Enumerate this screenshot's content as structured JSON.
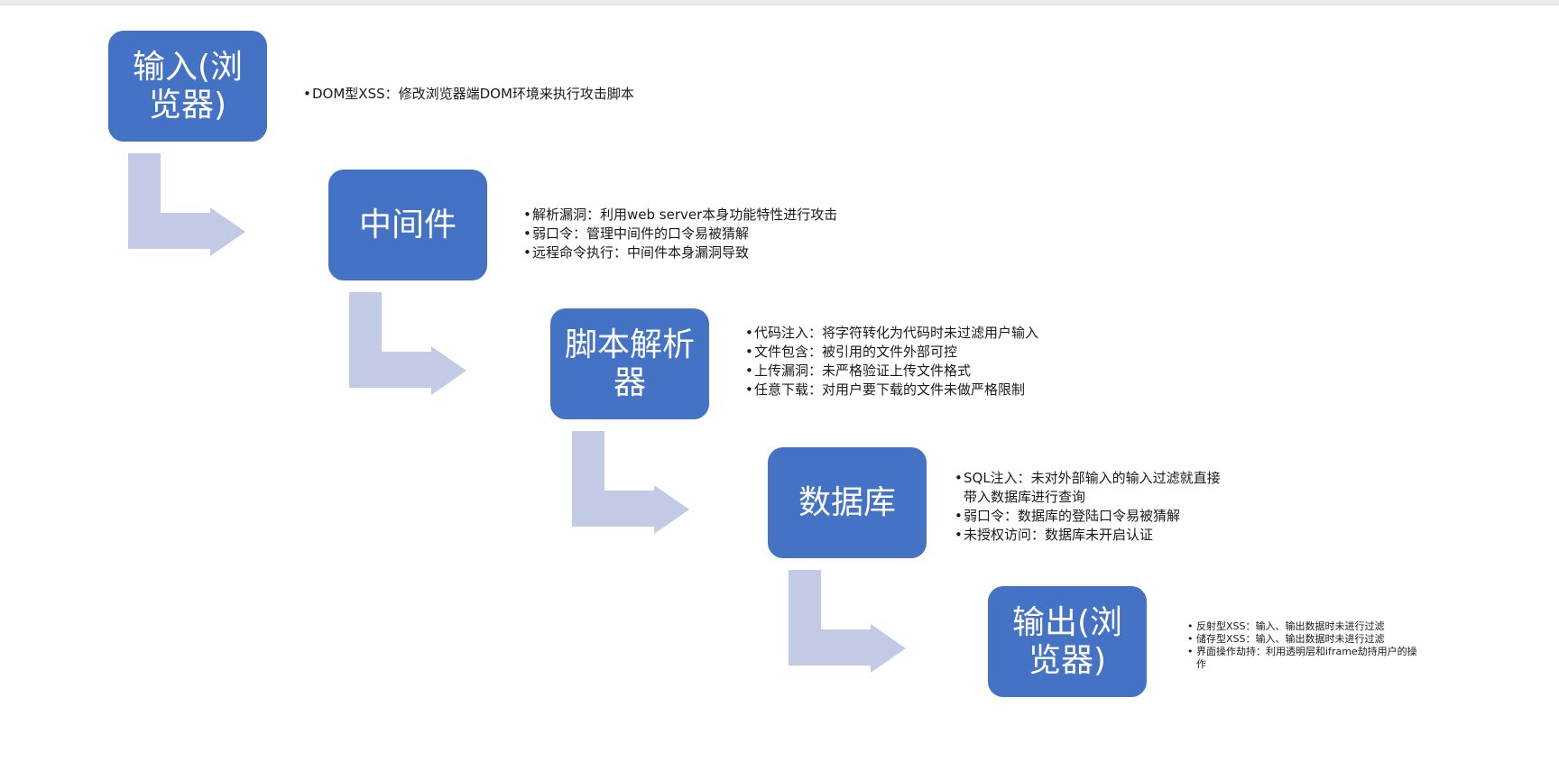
{
  "colors": {
    "box": "#4472c4",
    "arrow": "#c3cae6",
    "text": "#1a1a1a"
  },
  "steps": [
    {
      "label": "输入(浏览器)",
      "bullets": [
        "DOM型XSS：修改浏览器端DOM环境来执行攻击脚本"
      ]
    },
    {
      "label": "中间件",
      "bullets": [
        "解析漏洞：利用web server本身功能特性进行攻击",
        "弱口令：管理中间件的口令易被猜解",
        "远程命令执行：中间件本身漏洞导致"
      ]
    },
    {
      "label": "脚本解析器",
      "bullets": [
        "代码注入：将字符转化为代码时未过滤用户输入",
        "文件包含：被引用的文件外部可控",
        "上传漏洞：未严格验证上传文件格式",
        "任意下载：对用户要下载的文件未做严格限制"
      ]
    },
    {
      "label": "数据库",
      "bullets": [
        "SQL注入：未对外部输入的输入过滤就直接带入数据库进行查询",
        "弱口令：数据库的登陆口令易被猜解",
        "未授权访问：数据库未开启认证"
      ]
    },
    {
      "label": "输出(浏览器)",
      "bullets": [
        "反射型XSS：输入、输出数据时未进行过滤",
        "储存型XSS：输入、输出数据时未进行过滤",
        "界面操作劫持：利用透明层和iframe劫持用户的操作"
      ]
    }
  ]
}
